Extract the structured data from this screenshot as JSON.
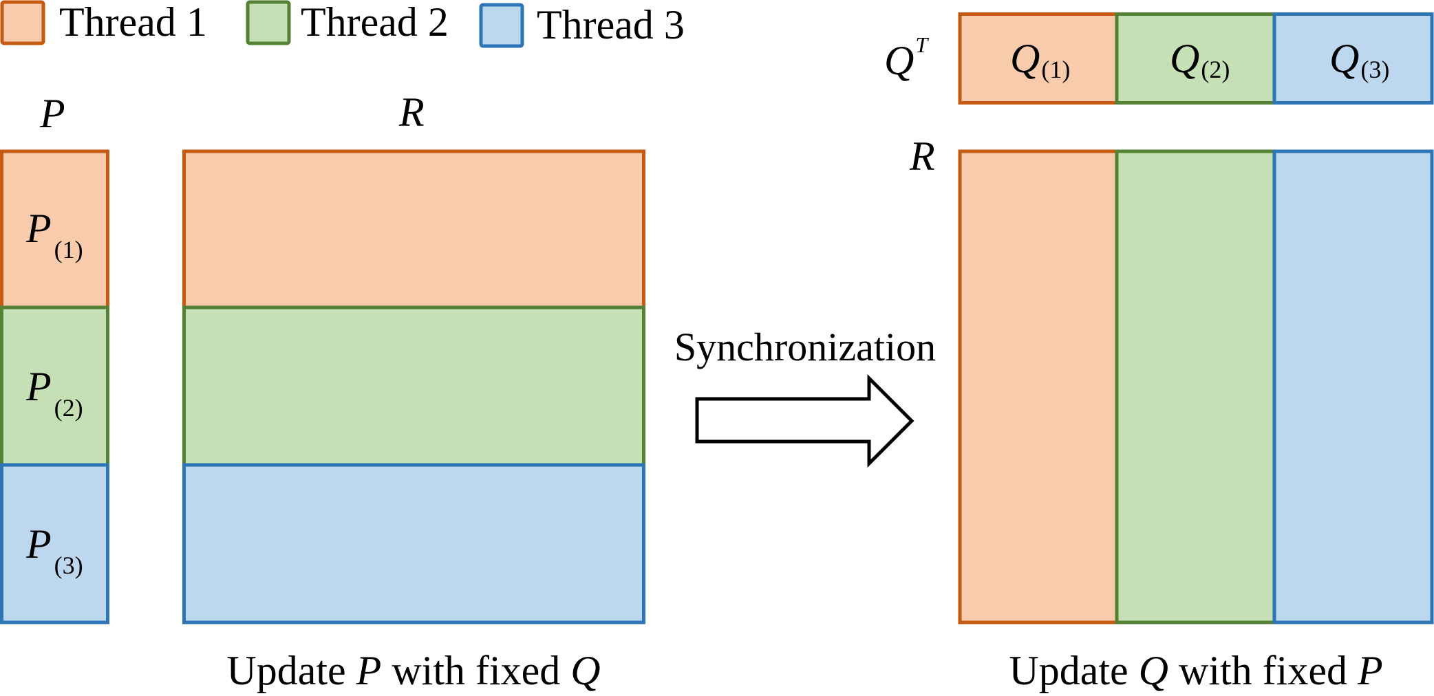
{
  "threads": [
    {
      "label": "Thread 1",
      "fill": "#F8CBAD",
      "stroke": "#C55A11"
    },
    {
      "label": "Thread 2",
      "fill": "#C5E0B4",
      "stroke": "#548235"
    },
    {
      "label": "Thread 3",
      "fill": "#BDD7EE",
      "stroke": "#2E75B6"
    }
  ],
  "left": {
    "p_heading": "P",
    "r_heading": "R",
    "p_blocks": [
      {
        "symbol": "P",
        "subscript": "(1)"
      },
      {
        "symbol": "P",
        "subscript": "(2)"
      },
      {
        "symbol": "P",
        "subscript": "(3)"
      }
    ],
    "caption": {
      "pre": "Update ",
      "var1": "P",
      "mid": " with fixed ",
      "var2": "Q"
    }
  },
  "middle": {
    "label": "Synchronization",
    "arrow_icon": "right-arrow"
  },
  "right": {
    "qt_label": {
      "symbol": "Q",
      "superscript": "T"
    },
    "r_label": "R",
    "q_blocks": [
      {
        "symbol": "Q",
        "subscript": "(1)"
      },
      {
        "symbol": "Q",
        "subscript": "(2)"
      },
      {
        "symbol": "Q",
        "subscript": "(3)"
      }
    ],
    "caption": {
      "pre": "Update ",
      "var1": "Q",
      "mid": " with fixed ",
      "var2": "P"
    }
  }
}
